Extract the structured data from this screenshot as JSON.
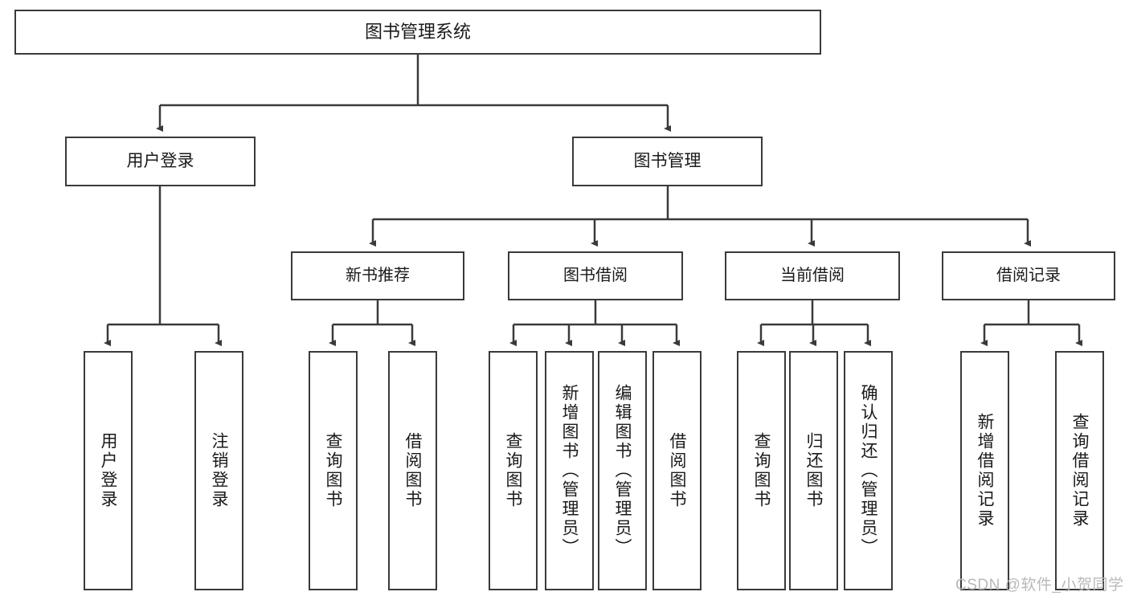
{
  "diagram": {
    "title": "图书管理系统",
    "root": {
      "label": "图书管理系统"
    },
    "level1": [
      {
        "label": "用户登录"
      },
      {
        "label": "图书管理"
      }
    ],
    "level2": [
      {
        "label": "新书推荐"
      },
      {
        "label": "图书借阅"
      },
      {
        "label": "当前借阅"
      },
      {
        "label": "借阅记录"
      }
    ],
    "leaves": {
      "user_login": [
        {
          "label": "用户登录"
        },
        {
          "label": "注销登录"
        }
      ],
      "new_book_recommend": [
        {
          "label": "查询图书"
        },
        {
          "label": "借阅图书"
        }
      ],
      "book_borrow": [
        {
          "label": "查询图书"
        },
        {
          "label": "新增图书（管理员）"
        },
        {
          "label": "编辑图书（管理员）"
        },
        {
          "label": "借阅图书"
        }
      ],
      "current_borrow": [
        {
          "label": "查询图书"
        },
        {
          "label": "归还图书"
        },
        {
          "label": "确认归还（管理员）"
        }
      ],
      "borrow_record": [
        {
          "label": "新增借阅记录"
        },
        {
          "label": "查询借阅记录"
        }
      ]
    }
  },
  "watermark": {
    "text": "CSDN @软件_小贺同学"
  },
  "colors": {
    "stroke": "#3a3a3a",
    "background": "#ffffff",
    "text": "#1a1a1a",
    "watermark": "#b9b9b9"
  }
}
